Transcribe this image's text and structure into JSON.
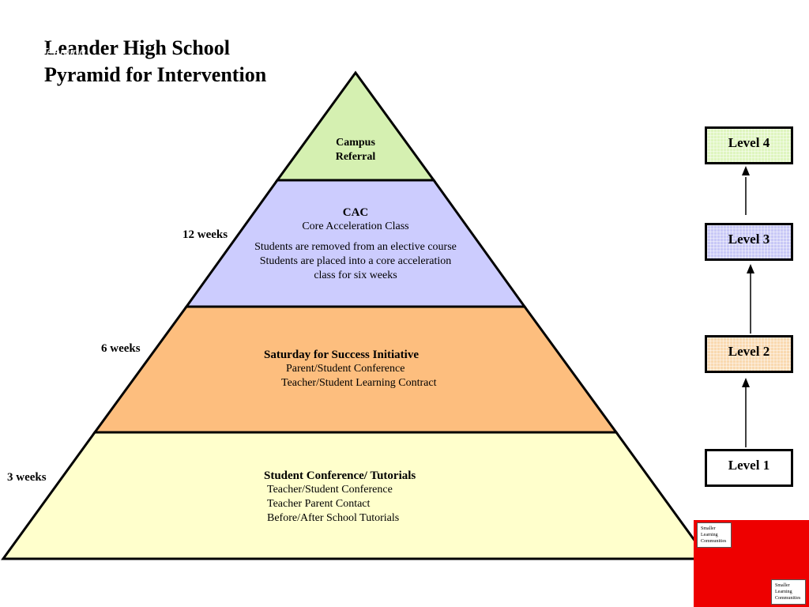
{
  "title": {
    "line1": "Leander High School",
    "line2": "Pyramid for Intervention"
  },
  "pyramid": {
    "tier4": {
      "heading_line1": "Campus",
      "heading_line2": "Referral"
    },
    "tier3": {
      "heading": "CAC",
      "subheading": "Core Acceleration Class",
      "line1": "Students are removed from an elective course",
      "line2": "Students are placed into a core acceleration",
      "line3": "class for six weeks"
    },
    "tier2": {
      "heading": "Saturday for Success Initiative",
      "line1": "Parent/Student Conference",
      "line2": "Teacher/Student Learning Contract"
    },
    "tier1": {
      "heading": "Student Conference/ Tutorials",
      "line1": "Teacher/Student Conference",
      "line2": "Teacher Parent Contact",
      "line3": "Before/After School Tutorials"
    }
  },
  "durations": {
    "tier3": "12 weeks",
    "tier2": "6 weeks",
    "tier1": "3 weeks"
  },
  "levels": {
    "level4": "Level 4",
    "level3": "Level 3",
    "level2": "Level 2",
    "level1": "Level 1"
  },
  "badge": {
    "line1": "Academic",
    "line2": "Teaming",
    "logo_line1": "Smaller",
    "logo_line2": "Learning",
    "logo_line3": "Communities"
  },
  "colors": {
    "tier4_fill": "#d5f0b1",
    "tier3_fill": "#ccccfe",
    "tier2_fill": "#fdbe7e",
    "tier1_fill": "#ffffcc",
    "badge_red": "#ee0000"
  }
}
